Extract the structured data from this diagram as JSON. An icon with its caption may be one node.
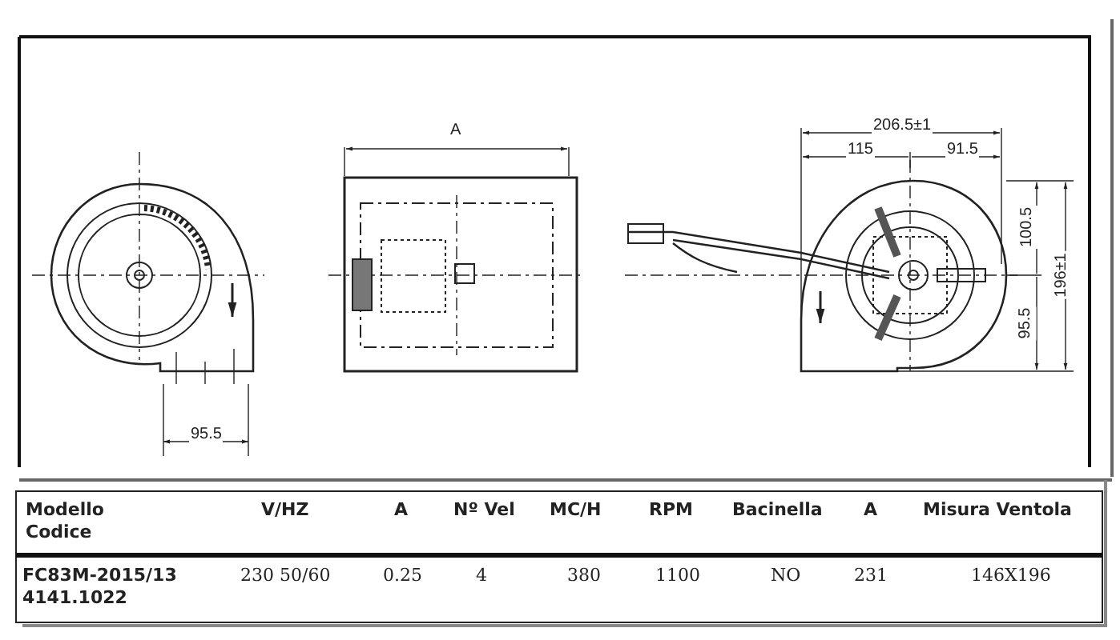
{
  "diagram": {
    "labels": [
      "A",
      "206.5±1",
      "115",
      "91.5",
      "100.5",
      "196±1",
      "95.5",
      "95.5",
      "Modello Codice",
      "V/HZ",
      "A",
      "Nº Vel",
      "MC/H",
      "RPM",
      "Bacinella",
      "A",
      "Misura Ventola",
      "FC83M-2015/13 4141.1022",
      "230 50/60",
      "0.25",
      "4",
      "380",
      "1100",
      "NO",
      "231",
      "146X196"
    ]
  }
}
